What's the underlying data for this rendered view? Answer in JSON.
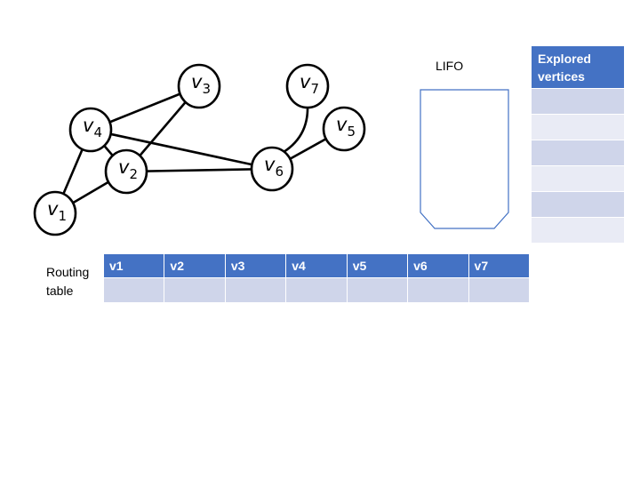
{
  "graph": {
    "vertices": [
      {
        "id": "v1",
        "base": "v",
        "sub": "1"
      },
      {
        "id": "v2",
        "base": "v",
        "sub": "2"
      },
      {
        "id": "v3",
        "base": "v",
        "sub": "3"
      },
      {
        "id": "v4",
        "base": "v",
        "sub": "4"
      },
      {
        "id": "v5",
        "base": "v",
        "sub": "5"
      },
      {
        "id": "v6",
        "base": "v",
        "sub": "6"
      },
      {
        "id": "v7",
        "base": "v",
        "sub": "7"
      }
    ],
    "edges": [
      [
        "v1",
        "v4"
      ],
      [
        "v1",
        "v2"
      ],
      [
        "v4",
        "v2"
      ],
      [
        "v4",
        "v3"
      ],
      [
        "v2",
        "v3"
      ],
      [
        "v4",
        "v6"
      ],
      [
        "v2",
        "v6"
      ],
      [
        "v6",
        "v7"
      ],
      [
        "v6",
        "v5"
      ]
    ]
  },
  "lifo": {
    "label": "LIFO"
  },
  "routing_table": {
    "caption": "Routing\ntable",
    "headers": [
      "v1",
      "v2",
      "v3",
      "v4",
      "v5",
      "v6",
      "v7"
    ]
  },
  "explored": {
    "header": "Explored vertices",
    "row_count": 6
  },
  "colors": {
    "header_blue": "#4472c4",
    "row_dark": "#cfd5ea",
    "row_light": "#e9ebf5",
    "lifo_outline": "#4472c4"
  }
}
